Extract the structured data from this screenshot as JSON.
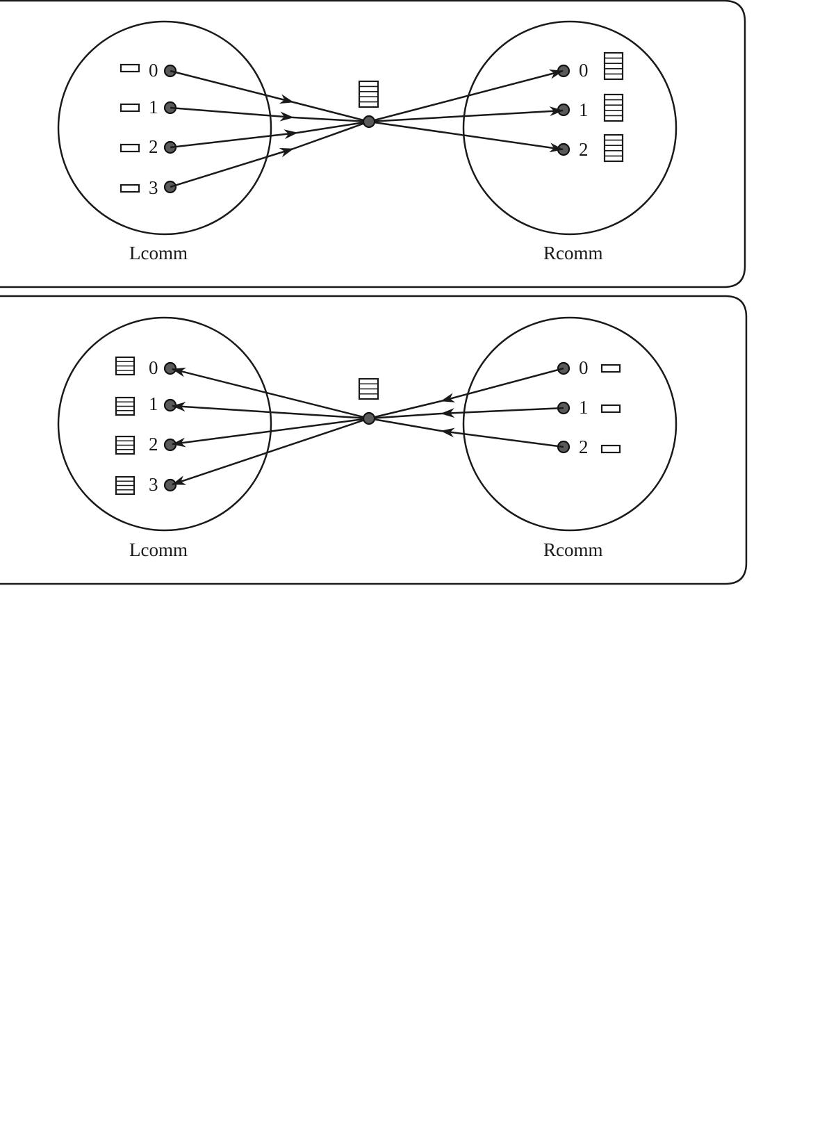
{
  "panels": [
    {
      "direction": "left-to-right",
      "left_comm": {
        "name": "Lcomm",
        "ranks": [
          "0",
          "1",
          "2",
          "3"
        ],
        "buffer": "small"
      },
      "right_comm": {
        "name": "Rcomm",
        "ranks": [
          "0",
          "1",
          "2"
        ],
        "buffer": "large"
      },
      "hub_buffer": "large"
    },
    {
      "direction": "right-to-left",
      "left_comm": {
        "name": "Lcomm",
        "ranks": [
          "0",
          "1",
          "2",
          "3"
        ],
        "buffer": "large"
      },
      "right_comm": {
        "name": "Rcomm",
        "ranks": [
          "0",
          "1",
          "2"
        ],
        "buffer": "small"
      },
      "hub_buffer": "large"
    }
  ]
}
